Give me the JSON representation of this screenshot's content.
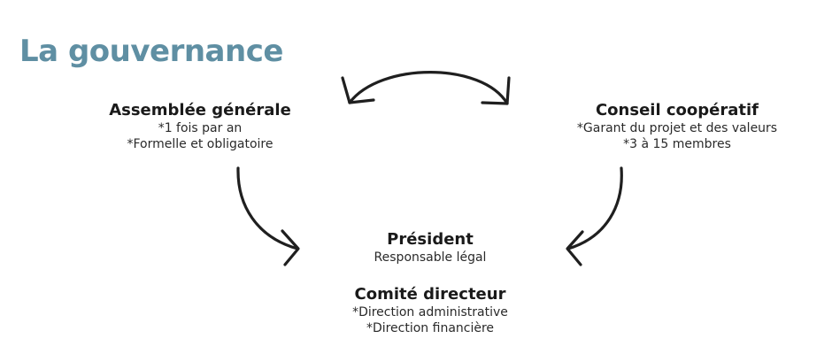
{
  "title": "La gouvernance",
  "colors": {
    "title": "#5f8fa3",
    "text": "#1f1f1f",
    "arrow": "#1f1f1f",
    "background": "#ffffff"
  },
  "nodes": {
    "assemblee": {
      "title": "Assemblée générale",
      "lines": [
        "*1 fois par an",
        "*Formelle et obligatoire"
      ]
    },
    "conseil": {
      "title": "Conseil coopératif",
      "lines": [
        "*Garant du projet et des valeurs",
        "*3 à 15 membres"
      ]
    },
    "president": {
      "title": "Président",
      "lines": [
        "Responsable légal"
      ]
    },
    "comite": {
      "title": "Comité directeur",
      "lines": [
        "*Direction administrative",
        "*Direction financière"
      ]
    }
  },
  "arrows": [
    {
      "from": "assemblee",
      "to": "conseil",
      "direction": "both"
    },
    {
      "from": "assemblee",
      "to": "president",
      "direction": "forward"
    },
    {
      "from": "conseil",
      "to": "president",
      "direction": "forward"
    }
  ]
}
